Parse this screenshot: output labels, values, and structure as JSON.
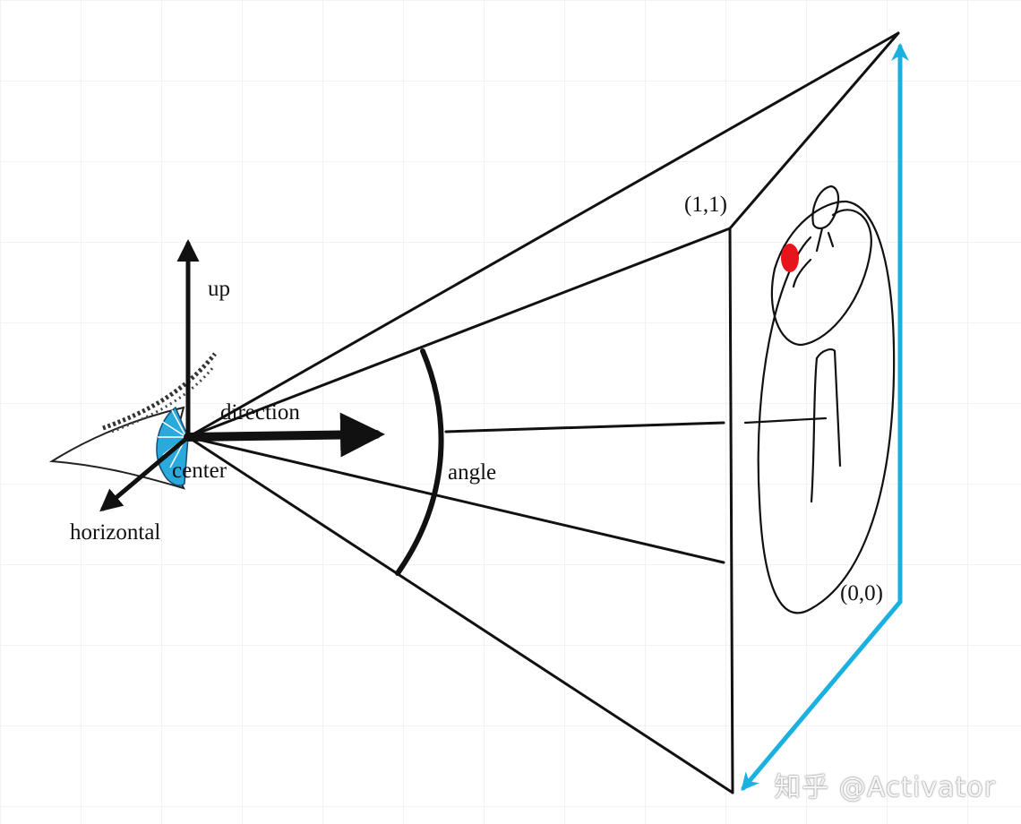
{
  "labels": {
    "up": "up",
    "direction": "direction",
    "center": "center",
    "horizontal": "horizontal",
    "angle": "angle",
    "corner_top": "(1,1)",
    "corner_bottom": "(0,0)"
  },
  "watermark": "知乎 @Activator",
  "colors": {
    "axis_arrow": "#1ab0e0",
    "point": "#e8141c",
    "line": "#111111",
    "eye_iris": "#29a9dc"
  }
}
